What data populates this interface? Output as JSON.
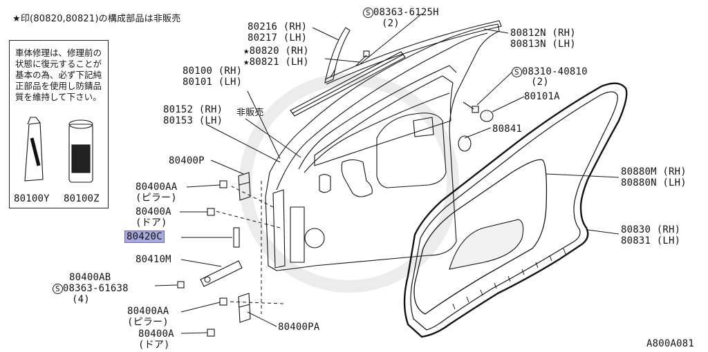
{
  "header_note": "★印(80820,80821)の構成部品は非販売",
  "note_box": {
    "text": "車体修理は、修理前の状態に復元することが基本の為、必ず下記純正部品を使用し防錆品質を維持して下さい。",
    "items": [
      "80100Y",
      "80100Z"
    ]
  },
  "labels": {
    "p08363_6125h": "08363-6125H",
    "p08363_6125h_qty": "(2)",
    "p80216": "80216 (RH)",
    "p80217": "80217 (LH)",
    "p80820": "★80820 (RH)",
    "p80821": "★80821 (LH)",
    "p80812n": "80812N (RH)",
    "p80813n": "80813N (LH)",
    "p08310_40810": "08310-40810",
    "p08310_40810_qty": "(2)",
    "p80100": "80100 (RH)",
    "p80101": "80101 (LH)",
    "p80152": "80152 (RH)",
    "p80153": "80153 (LH)",
    "not_for_sale": "非販売",
    "p80101a": "80101A",
    "p80841": "80841",
    "p80400p": "80400P",
    "p80400aa_top": "80400AA",
    "p80400aa_top_sub": "(ピラー)",
    "p80400a_top": "80400A",
    "p80400a_top_sub": "(ドア)",
    "p80420c": "80420C",
    "p80410m": "80410M",
    "p80400ab": "80400AB",
    "p08363_61638": "08363-61638",
    "p08363_61638_qty": "(4)",
    "p80400aa_bot": "80400AA",
    "p80400aa_bot_sub": "(ピラー)",
    "p80400a_bot": "80400A",
    "p80400a_bot_sub": "(ドア)",
    "p80400pa": "80400PA",
    "p80880m": "80880M (RH)",
    "p80880n": "80880N (LH)",
    "p80830": "80830 (RH)",
    "p80831": "80831 (LH)",
    "diagram_code": "A800A081",
    "s_mark": "S"
  }
}
